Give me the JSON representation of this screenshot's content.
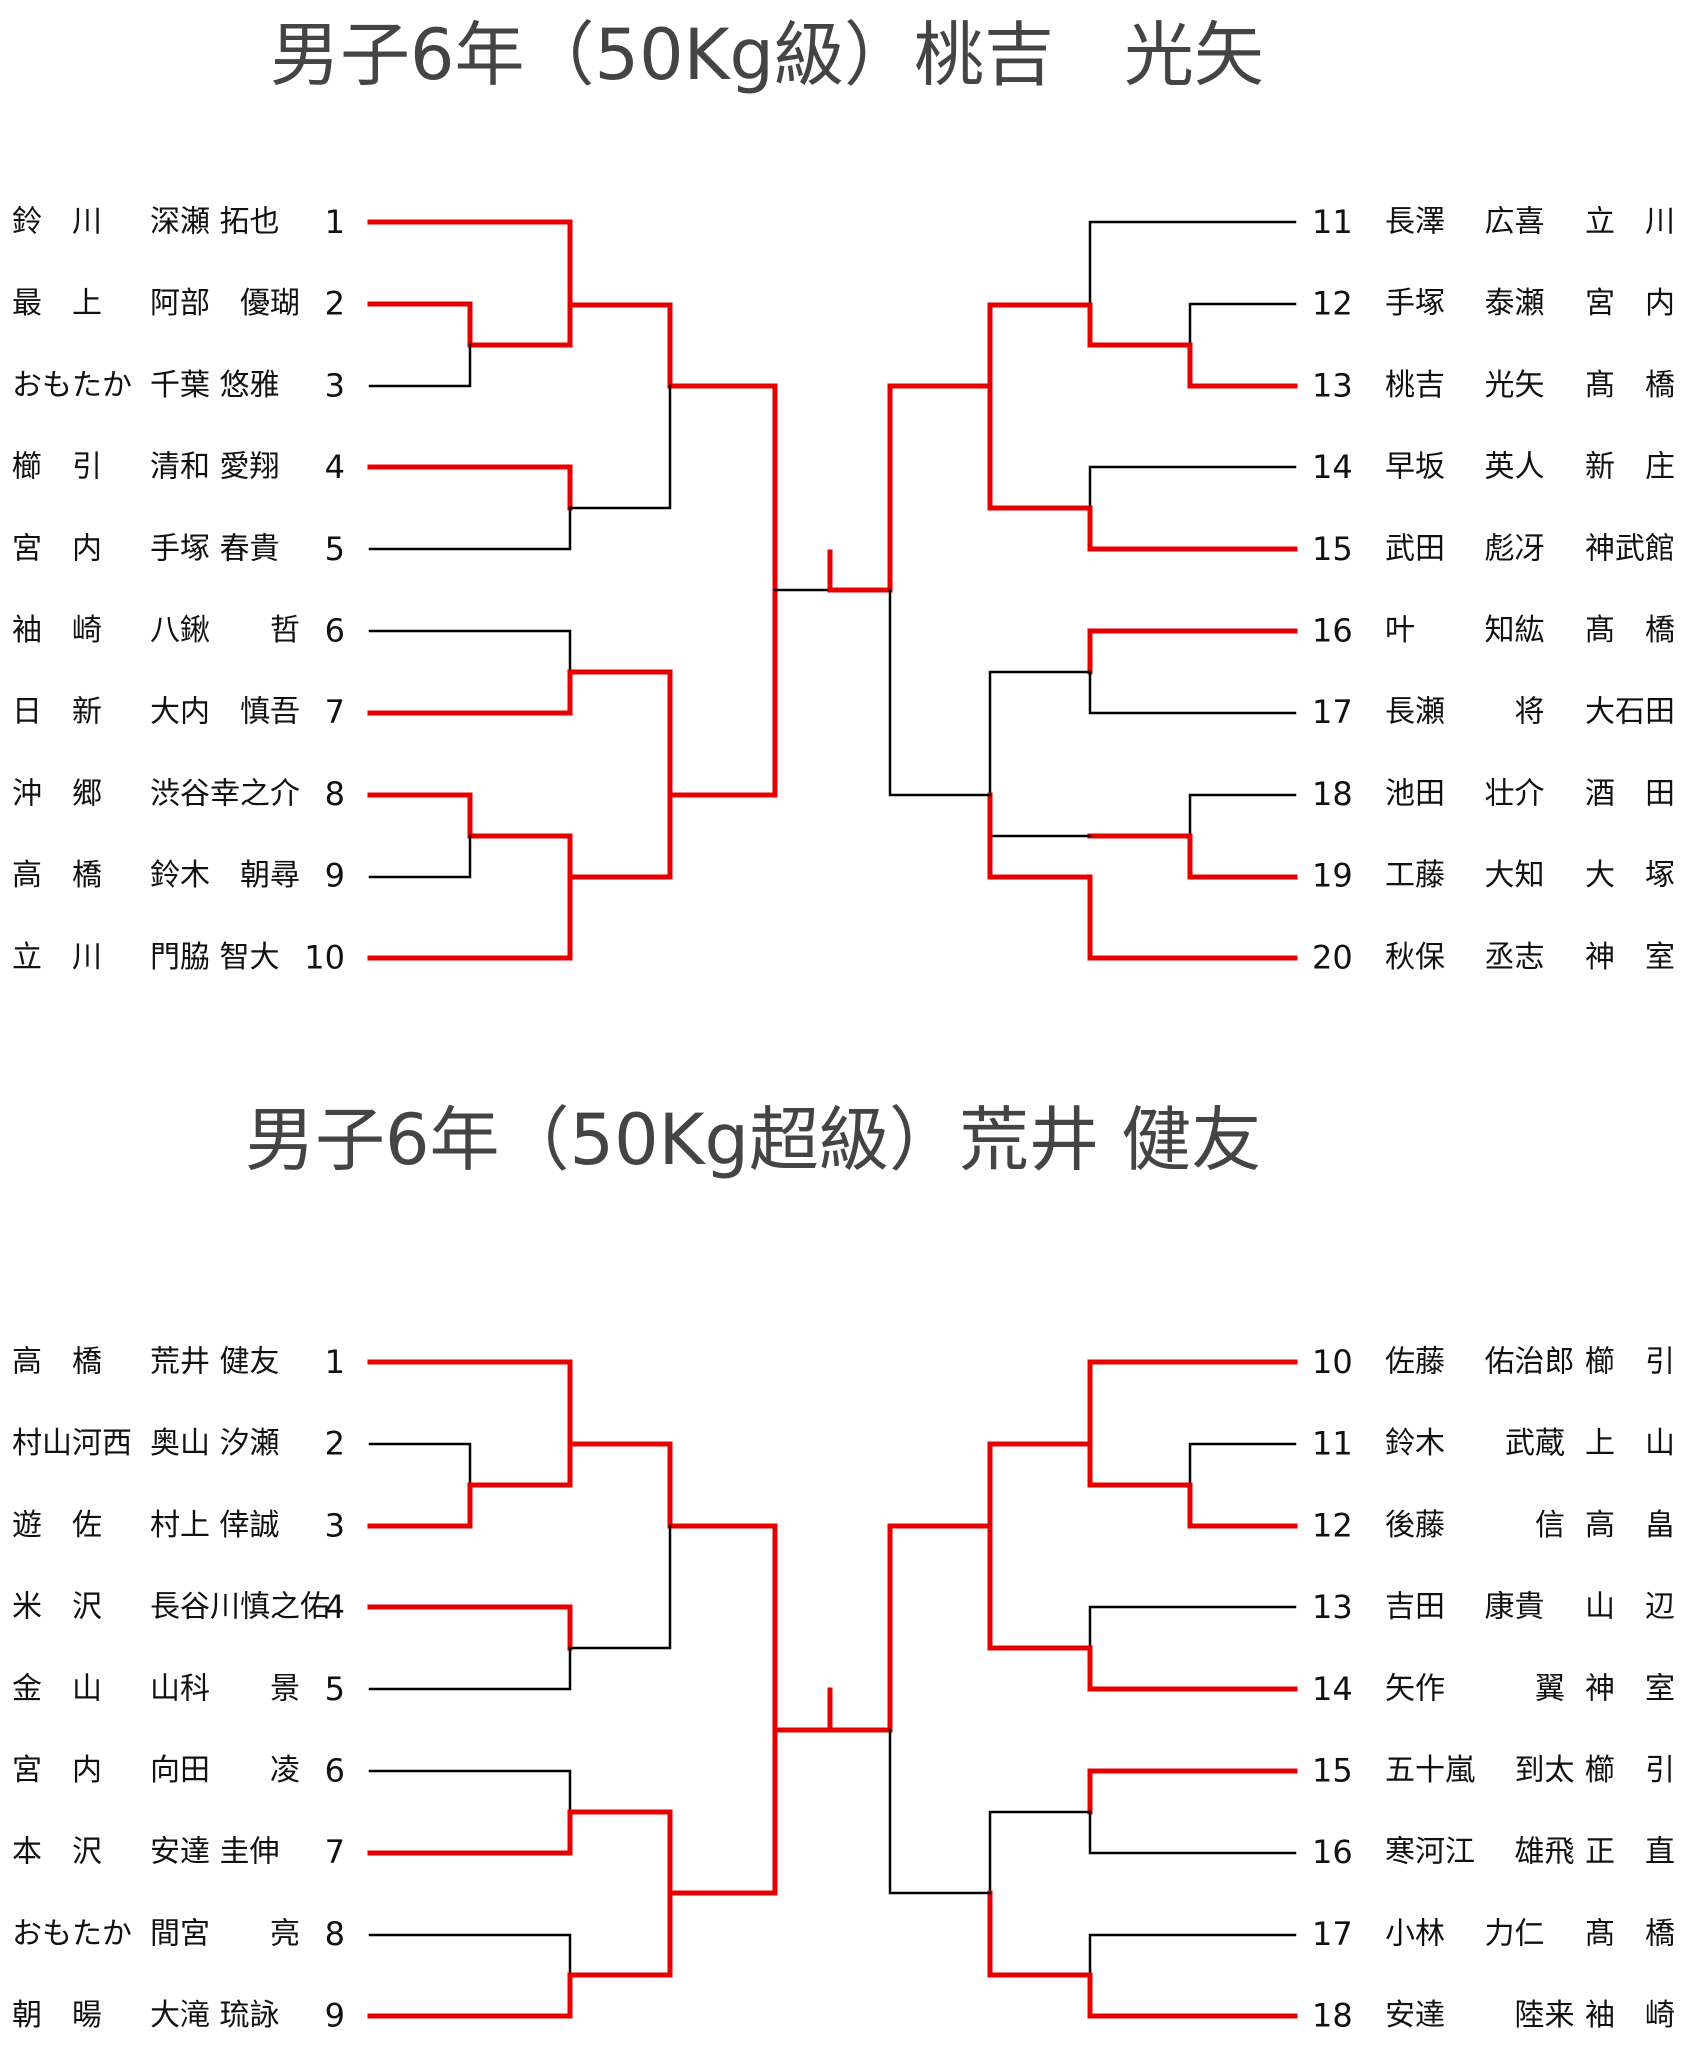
{
  "colors": {
    "winner": "#e60000",
    "line": "#000000",
    "title": "#444444"
  },
  "brackets": [
    {
      "title": "男子6年（50Kg級）桃吉　光矢",
      "left": [
        {
          "seed": "1",
          "school": "鈴　川",
          "name": "深瀬 拓也"
        },
        {
          "seed": "2",
          "school": "最　上",
          "name": "阿部　優瑚"
        },
        {
          "seed": "3",
          "school": "おもたか",
          "name": "千葉 悠雅"
        },
        {
          "seed": "4",
          "school": "櫛　引",
          "name": "清和 愛翔"
        },
        {
          "seed": "5",
          "school": "宮　内",
          "name": "手塚 春貴"
        },
        {
          "seed": "6",
          "school": "袖　崎",
          "name": "八鍬　　哲"
        },
        {
          "seed": "7",
          "school": "日　新",
          "name": "大内　慎吾"
        },
        {
          "seed": "8",
          "school": "沖　郷",
          "name": "渋谷幸之介"
        },
        {
          "seed": "9",
          "school": "高　橋",
          "name": "鈴木　朝尋"
        },
        {
          "seed": "10",
          "school": "立　川",
          "name": "門脇 智大"
        }
      ],
      "right": [
        {
          "seed": "11",
          "name": "長澤　 広喜",
          "school": "立　川"
        },
        {
          "seed": "12",
          "name": "手塚　 泰瀬",
          "school": "宮　内"
        },
        {
          "seed": "13",
          "name": "桃吉　 光矢",
          "school": "髙　橋"
        },
        {
          "seed": "14",
          "name": "早坂　 英人",
          "school": "新　庄"
        },
        {
          "seed": "15",
          "name": "武田　 彪冴",
          "school": "神武館"
        },
        {
          "seed": "16",
          "name": "叶　　 知紘",
          "school": "髙　橋"
        },
        {
          "seed": "17",
          "name": "長瀬　　 将",
          "school": "大石田"
        },
        {
          "seed": "18",
          "name": "池田　 壮介",
          "school": "酒　田"
        },
        {
          "seed": "19",
          "name": "工藤　 大知",
          "school": "大　塚"
        },
        {
          "seed": "20",
          "name": "秋保　 丞志",
          "school": "神　室"
        }
      ]
    },
    {
      "title": "男子6年（50Kg超級）荒井 健友",
      "left": [
        {
          "seed": "1",
          "school": "高　橋",
          "name": "荒井 健友"
        },
        {
          "seed": "2",
          "school": "村山河西",
          "name": "奥山 汐瀬"
        },
        {
          "seed": "3",
          "school": "遊　佐",
          "name": "村上 倖誠"
        },
        {
          "seed": "4",
          "school": "米　沢",
          "name": "長谷川慎之佑"
        },
        {
          "seed": "5",
          "school": "金　山",
          "name": "山科　　景"
        },
        {
          "seed": "6",
          "school": "宮　内",
          "name": "向田　　凌"
        },
        {
          "seed": "7",
          "school": "本　沢",
          "name": "安達 圭伸"
        },
        {
          "seed": "8",
          "school": "おもたか",
          "name": "間宮　　亮"
        },
        {
          "seed": "9",
          "school": "朝　暘",
          "name": "大滝 琉詠"
        }
      ],
      "right": [
        {
          "seed": "10",
          "name": "佐藤　 佑治郎",
          "school": "櫛　引"
        },
        {
          "seed": "11",
          "name": "鈴木　　武蔵",
          "school": "上　山"
        },
        {
          "seed": "12",
          "name": "後藤　　　信",
          "school": "高　畠"
        },
        {
          "seed": "13",
          "name": "吉田　 康貴",
          "school": "山　辺"
        },
        {
          "seed": "14",
          "name": "矢作　　　翼",
          "school": "神　室"
        },
        {
          "seed": "15",
          "name": "五十嵐　 到太",
          "school": "櫛　引"
        },
        {
          "seed": "16",
          "name": "寒河江　 雄飛",
          "school": "正　直"
        },
        {
          "seed": "17",
          "name": "小林　 力仁",
          "school": "髙　橋"
        },
        {
          "seed": "18",
          "name": "安達　　 陸来",
          "school": "袖　崎"
        }
      ]
    }
  ]
}
